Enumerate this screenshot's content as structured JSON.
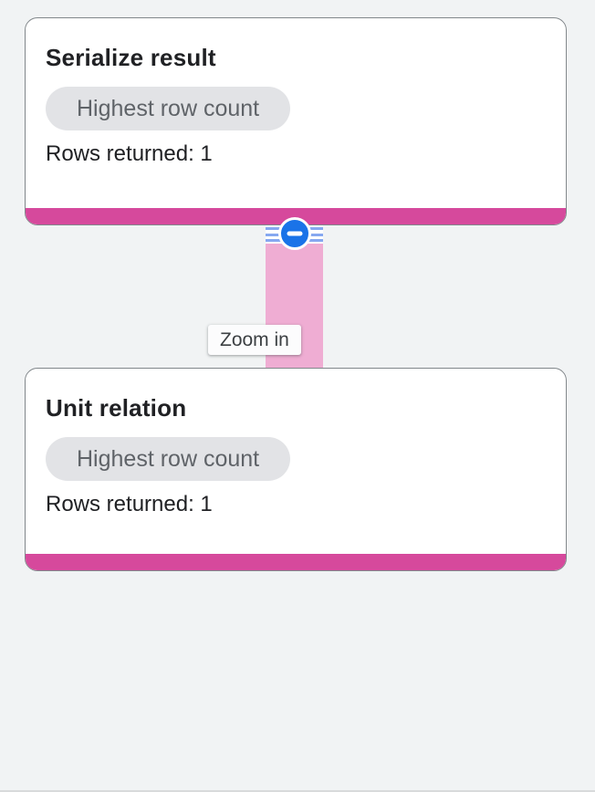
{
  "graph": {
    "nodes": [
      {
        "title": "Serialize result",
        "badge": "Highest row count",
        "rows_label": "Rows returned: 1"
      },
      {
        "title": "Unit relation",
        "badge": "Highest row count",
        "rows_label": "Rows returned: 1"
      }
    ],
    "tooltip": {
      "label": "Zoom in"
    },
    "icons": {
      "collapse": "minus-icon"
    },
    "colors": {
      "background": "#f1f3f4",
      "card_border": "#82878b",
      "stage_bar_pink": "#d6499c",
      "edge_pink": "#efadd3",
      "collapse_blue": "#1a73e8",
      "collapse_line_blue": "#86a8f0",
      "badge_bg": "#e2e3e6",
      "badge_text": "#5f6368",
      "title_text": "#202124",
      "tooltip_text": "#3c4043"
    }
  }
}
